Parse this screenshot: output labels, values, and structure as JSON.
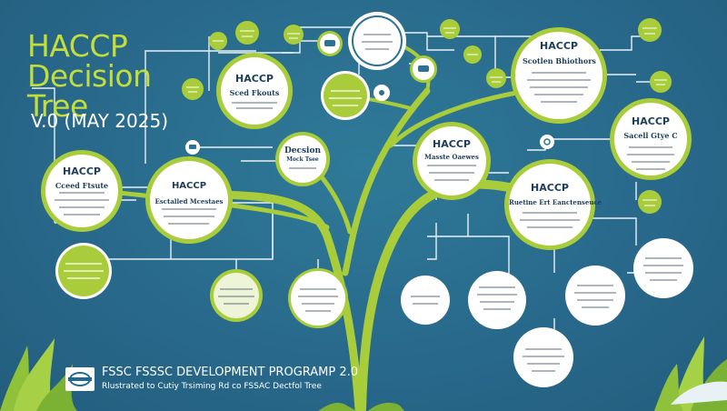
{
  "header": {
    "title_lines": [
      "HACCP",
      "Decision",
      "Tree"
    ],
    "version": "V.0 (MAY 2025)"
  },
  "nodes": {
    "top_left": {
      "title": "HACCP",
      "subtitle": "Sced Fkouts"
    },
    "left": {
      "title": "HACCP",
      "subtitle": "Cceed Ftsute"
    },
    "center_left": {
      "title": "HACCP",
      "subtitle": "Esctalled Mcestaes"
    },
    "decision": {
      "title": "Decsion",
      "subtitle": "Mock Tsee"
    },
    "center_right": {
      "title": "HACCP",
      "subtitle": "Masste Oaewes"
    },
    "top_right": {
      "title": "HACCP",
      "subtitle": "Scotlen Bhiothors"
    },
    "right_mid": {
      "title": "HACCP",
      "subtitle": "Sacell Gtye C"
    },
    "lower_right": {
      "title": "HACCP",
      "subtitle": "Ruetine Ert Eanctenseuce"
    }
  },
  "footer": {
    "title": "FSSC  FSSSC DEVELOPMENT PROGRAMP 2.0",
    "subtitle": "Rlustrated to Cutiy Trsiming Rd co FSSAC Dectfol Tree"
  },
  "colors": {
    "background": "#2b6f8c",
    "accent": "#c3de3b",
    "node_fill": "#ffffff",
    "node_ring": "#a9cd3a",
    "text_dark": "#1d3d5a"
  }
}
